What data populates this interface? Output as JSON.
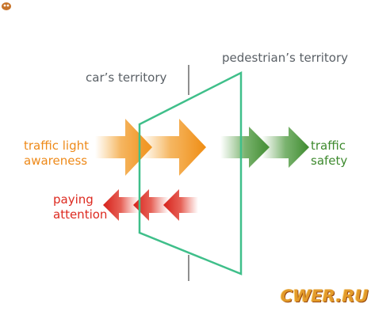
{
  "labels": {
    "cars_territory": "car’s territory",
    "pedestrians_territory": "pedestrian’s territory",
    "traffic_light_awareness_line1": "traffic light",
    "traffic_light_awareness_line2": "awareness",
    "traffic_safety_line1": "traffic",
    "traffic_safety_line2": "safety",
    "paying_attention_line1": "paying",
    "paying_attention_line2": "attention"
  },
  "watermark": {
    "text": "CWER.RU"
  },
  "colors": {
    "orange": "#f0961e",
    "green": "#3e8a2e",
    "red": "#dd2a20",
    "crossing_outline": "#3fbf8a",
    "boundary_line": "#8f8f8f",
    "gray_text": "#5a6066"
  }
}
